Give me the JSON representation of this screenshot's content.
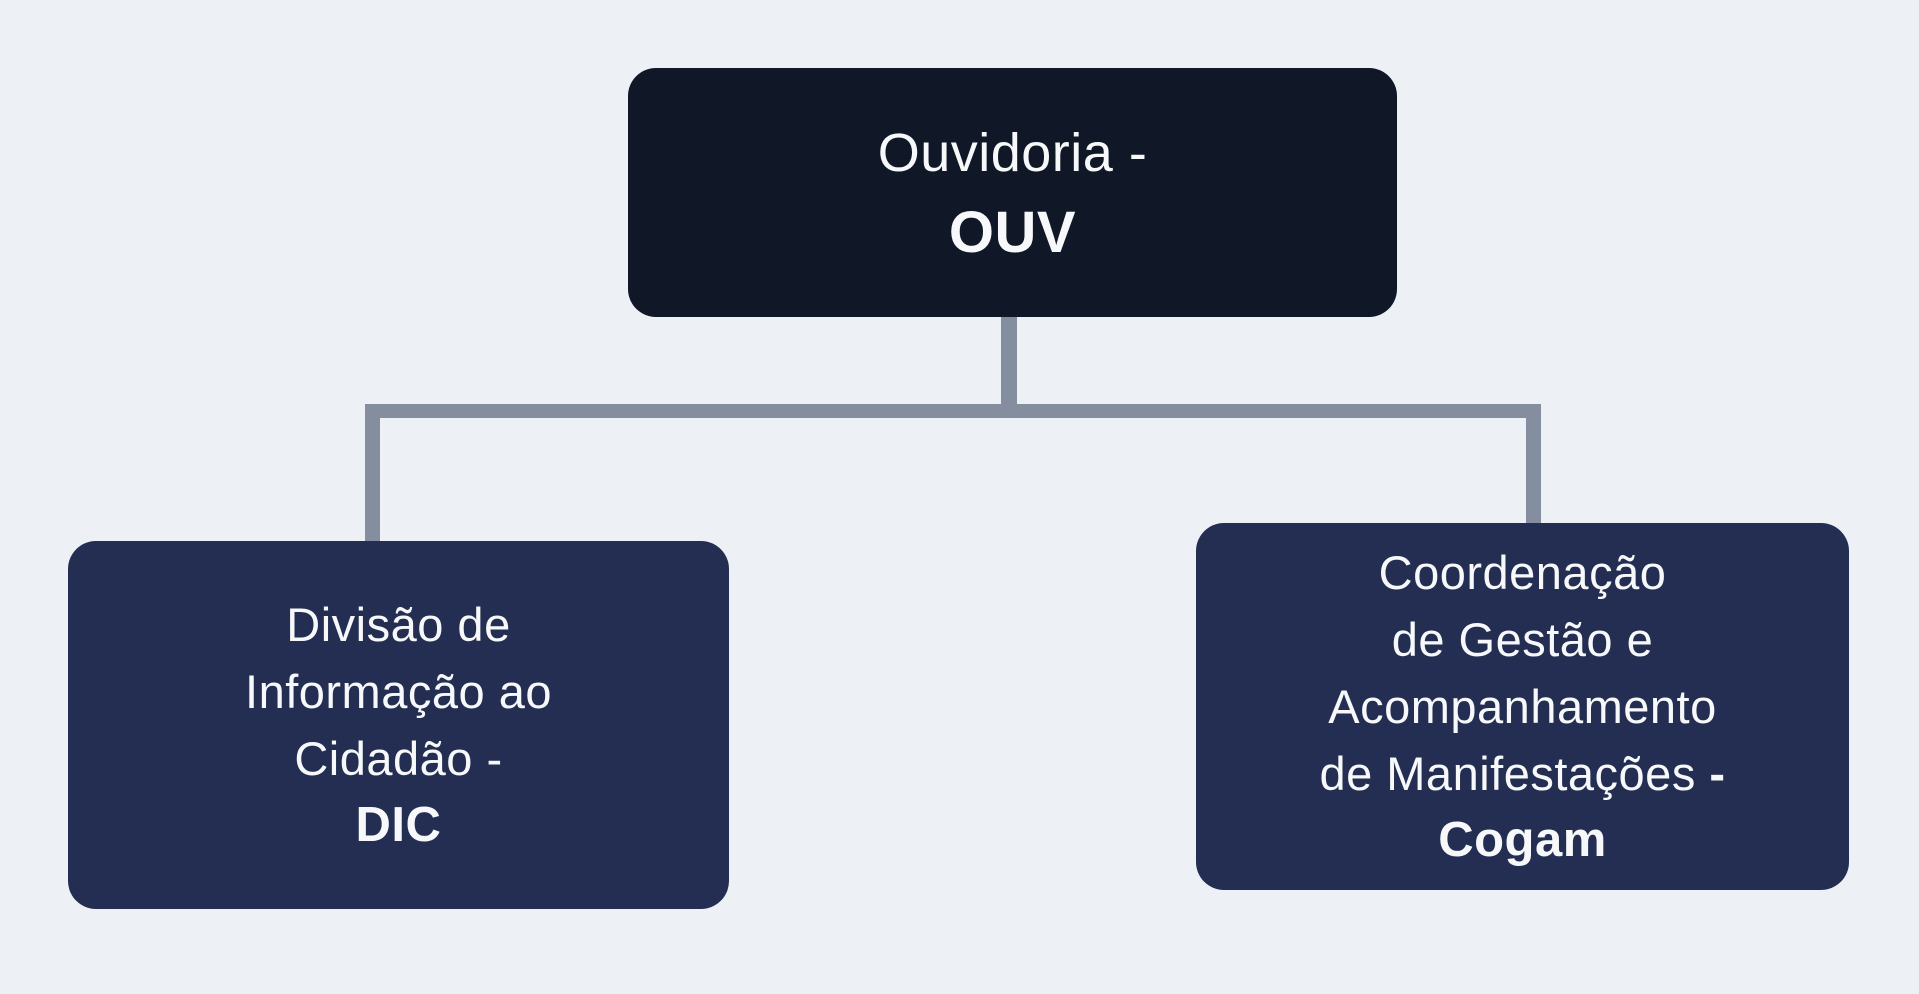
{
  "org_chart": {
    "root": {
      "line1": "Ouvidoria -",
      "acronym": "OUV"
    },
    "left_child": {
      "line1": "Divisão de",
      "line2": "Informação ao",
      "line3": "Cidadão -",
      "acronym": "DIC"
    },
    "right_child": {
      "line1": "Coordenação",
      "line2": "de Gestão e",
      "line3": "Acompanhamento",
      "line4": "de Manifestações ",
      "line4_suffix": "-",
      "acronym": "Cogam"
    }
  },
  "colors": {
    "background": "#edf1f6",
    "root_box": "#101726",
    "child_box": "#232e52",
    "connector": "#848e9e",
    "text": "#f6f8fa"
  }
}
